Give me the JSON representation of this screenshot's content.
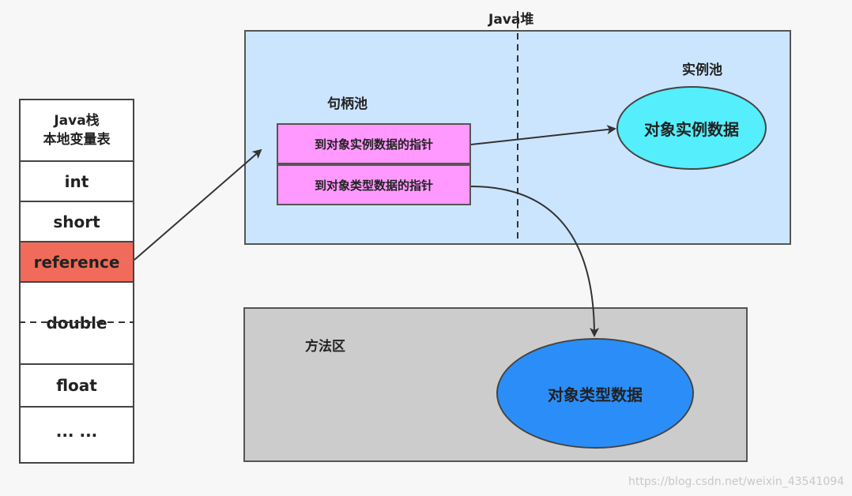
{
  "stack": {
    "title_line1": "Java栈",
    "title_line2": "本地变量表",
    "items": [
      "int",
      "short",
      "reference",
      "double",
      "float",
      "... ..."
    ],
    "highlight_color": "#f06b59"
  },
  "heap": {
    "title": "Java堆",
    "handle_pool_label": "句柄池",
    "instance_pool_label": "实例池",
    "pointer_instance": "到对象实例数据的指针",
    "pointer_type": "到对象类型数据的指针",
    "instance_data": "对象实例数据",
    "fill_color": "#cce5ff"
  },
  "method_area": {
    "label": "方法区",
    "type_data": "对象类型数据",
    "fill_color": "#cccccc"
  },
  "watermark": "https://blog.csdn.net/weixin_43541094"
}
